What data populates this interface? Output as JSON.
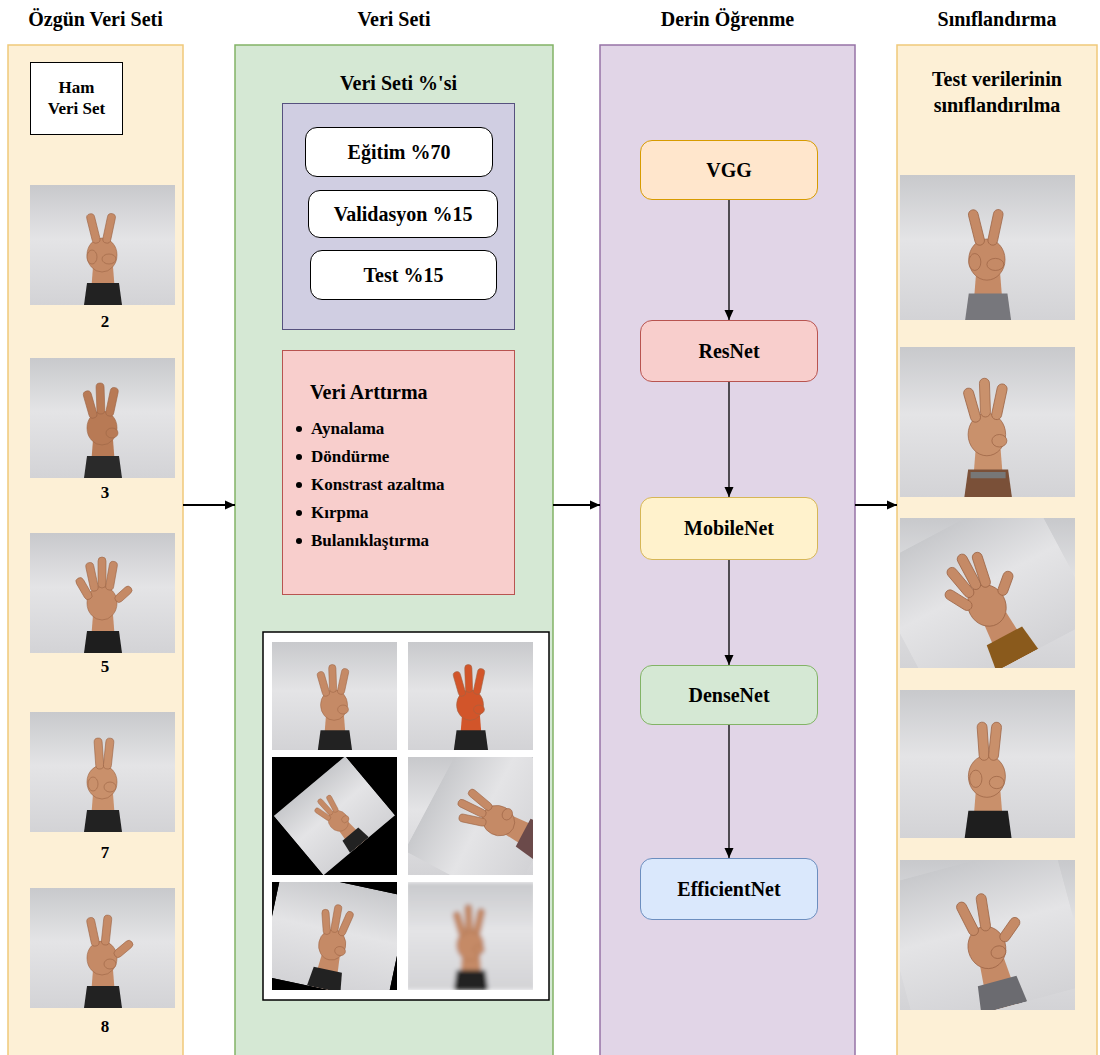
{
  "diagram": {
    "nodes": [
      {
        "text": [
          "Özgün Veri Seti"
        ]
      },
      {
        "text": [
          "Ham Veri Set"
        ],
        "in": 0
      },
      {
        "text": [
          "Veri Seti"
        ]
      },
      {
        "text": [
          "Veri Seti %'si"
        ],
        "in": 2
      },
      {
        "text": [
          "Eğitim %70"
        ],
        "in": 3
      },
      {
        "text": [
          "Validasyon %15"
        ],
        "in": 3
      },
      {
        "text": [
          "Test %15"
        ],
        "in": 3
      },
      {
        "text": [
          "Veri Arttırma",
          "Aynalama",
          "Döndürme",
          "Konstrast azaltma",
          "Kırpma",
          "Bulanıklaştırma"
        ],
        "in": 2
      },
      {
        "text": [
          "Derin Öğrenme"
        ]
      },
      {
        "text": [
          "VGG"
        ],
        "in": 8
      },
      {
        "text": [
          "ResNet"
        ],
        "in": 8
      },
      {
        "text": [
          "MobileNet"
        ],
        "in": 8
      },
      {
        "text": [
          "DenseNet"
        ],
        "in": 8
      },
      {
        "text": [
          "EfficientNet"
        ],
        "in": 8
      },
      {
        "text": [
          "Sınıflandırma",
          "Test verilerinin sınıflandırılma"
        ]
      }
    ],
    "edges": [
      {
        "from": 0,
        "to": 2,
        "arrow": "to"
      },
      {
        "from": 2,
        "to": 8,
        "arrow": "to"
      },
      {
        "from": 8,
        "to": 14,
        "arrow": "to"
      },
      {
        "from": 9,
        "to": 10,
        "arrow": "to"
      },
      {
        "from": 10,
        "to": 11,
        "arrow": "to"
      },
      {
        "from": 11,
        "to": 12,
        "arrow": "to"
      },
      {
        "from": 12,
        "to": 13,
        "arrow": "to"
      }
    ],
    "labels": [
      "2",
      "3",
      "5",
      "7",
      "8"
    ]
  }
}
